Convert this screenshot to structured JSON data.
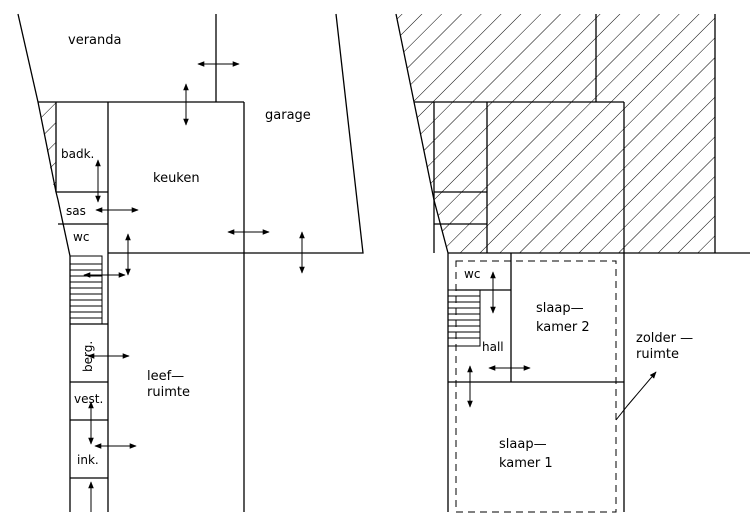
{
  "labels": {
    "veranda": "veranda",
    "garage": "garage",
    "badk": "badk.",
    "keuken": "keuken",
    "sas": "sas",
    "wc_ground": "wc",
    "berg": "berg.",
    "leef1": "leef—",
    "leef2": "ruimte",
    "vest": "vest.",
    "ink": "ink.",
    "wc_upper": "wc",
    "slaap2_1": "slaap—",
    "slaap2_2": "kamer  2",
    "hall": "hall",
    "zolder1": "zolder  —",
    "zolder2": "ruimte",
    "slaap1_1": "slaap—",
    "slaap1_2": "kamer  1"
  },
  "colors": {
    "line": "#000000",
    "background": "#ffffff"
  }
}
